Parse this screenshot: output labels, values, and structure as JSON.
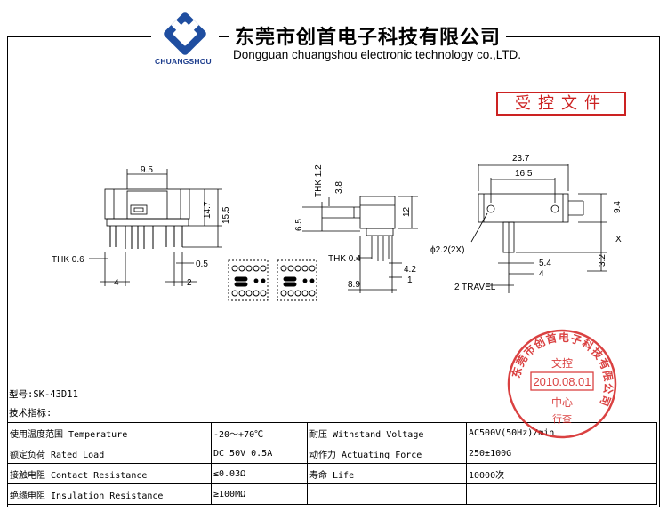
{
  "header": {
    "brand": "CHUANGSHOU",
    "company_cn": "东莞市创首电子科技有限公司",
    "company_en": "Dongguan chuangshou electronic technology co.,LTD.",
    "controlled_doc": "受控文件"
  },
  "dimensions": {
    "front": {
      "d_9_5": "9.5",
      "d_14_7": "14.7",
      "d_15_5": "15.5",
      "thk_0_6": "THK 0.6",
      "d_0_5": "0.5",
      "d_4": "4",
      "d_2": "2"
    },
    "side": {
      "thk_1_2": "THK 1.2",
      "d_3_8": "3.8",
      "d_6_5": "6.5",
      "d_12": "12",
      "thk_0_4": "THK 0.4",
      "d_4_2": "4.2",
      "d_1": "1",
      "d_8_9": "8.9"
    },
    "top": {
      "d_23_7": "23.7",
      "d_16_5": "16.5",
      "d_9_4": "9.4",
      "x": "X",
      "hole": "ϕ2.2(2X)",
      "d_5_4": "5.4",
      "d_4": "4",
      "d_3_2": "3.2",
      "travel": "2 TRAVEL"
    }
  },
  "model": "型号:SK-43D11",
  "spec_title": "技术指标:",
  "specs": [
    [
      "使用温度范围 Temperature",
      "-20～+70℃",
      "耐压 Withstand Voltage",
      "AC500V(50Hz)/min"
    ],
    [
      "额定负荷 Rated Load",
      "DC 50V 0.5A",
      "动作力 Actuating Force",
      "250±100G"
    ],
    [
      "接触电阻 Contact Resistance",
      "≤0.03Ω",
      "寿命 Life",
      "10000次"
    ],
    [
      "绝缘电阻 Insulation Resistance",
      "≥100MΩ",
      "",
      ""
    ]
  ],
  "stamp": {
    "ring": "东莞市创首电子科技有限公司",
    "top": "文控",
    "date": "2010.08.01",
    "center": "中心",
    "bottom": "行查",
    "color": "#d42020"
  }
}
